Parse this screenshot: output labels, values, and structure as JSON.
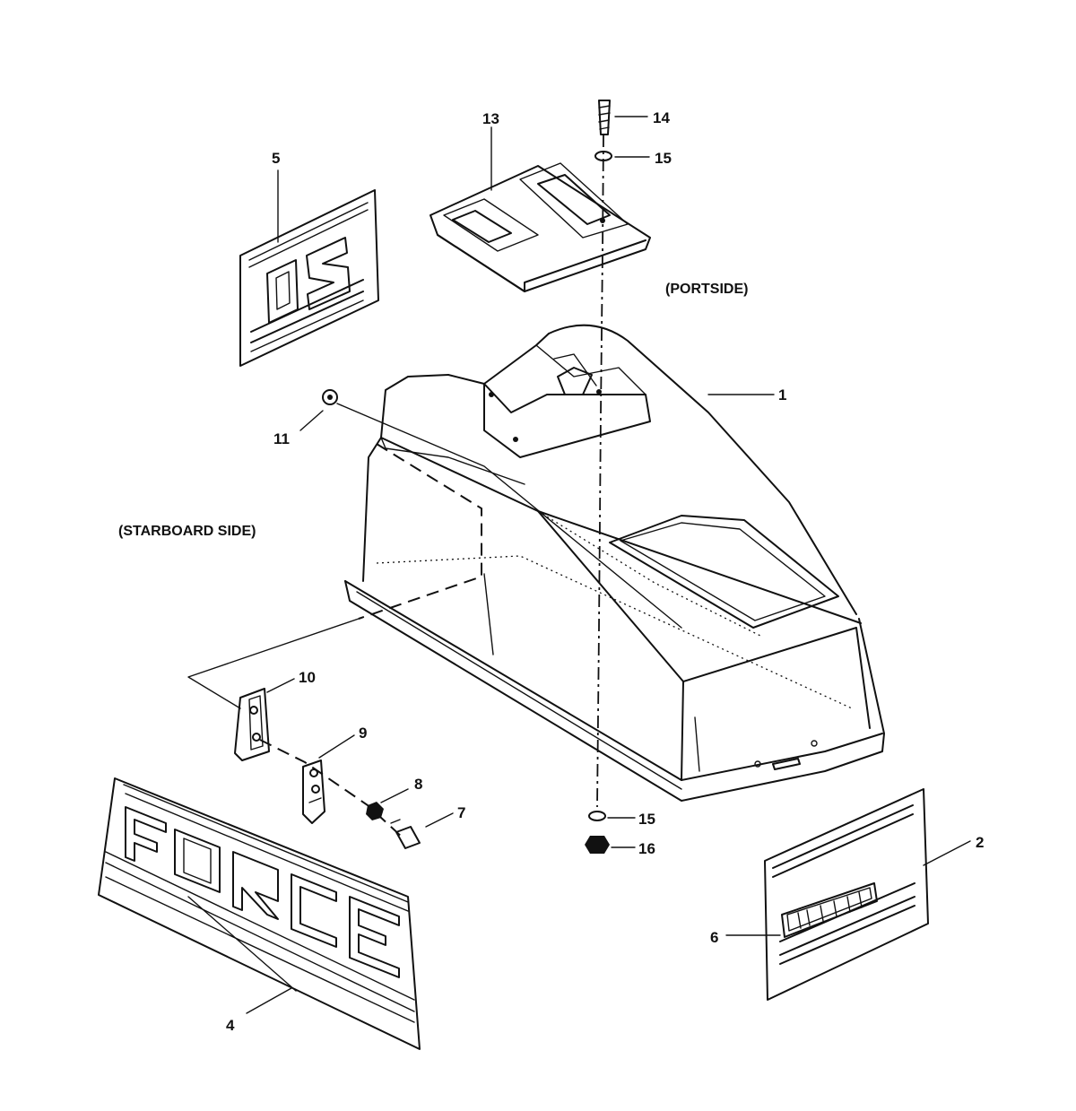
{
  "labels": {
    "portside": "(PORTSIDE)",
    "starboard": "(STARBOARD SIDE)"
  },
  "callouts": {
    "c1": "1",
    "c2": "2",
    "c4": "4",
    "c5": "5",
    "c6": "6",
    "c7": "7",
    "c8": "8",
    "c9": "9",
    "c10": "10",
    "c11": "11",
    "c13": "13",
    "c14": "14",
    "c15a": "15",
    "c15b": "15",
    "c16": "16"
  }
}
